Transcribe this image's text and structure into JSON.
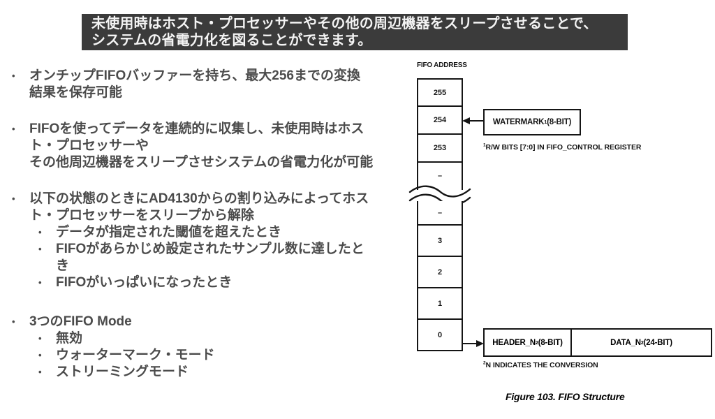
{
  "banner": {
    "text": "未使用時はホスト・プロセッサーやその他の周辺機器をスリープさせることで、\nシステムの省電力化を図ることができます。"
  },
  "list_marker": "•",
  "bullets": [
    {
      "text": "オンチップFIFOバッファーを持ち、最大256までの変換\n結果を保存可能",
      "subs": []
    },
    {
      "text": "FIFOを使ってデータを連続的に収集し、未使用時はホス\nト・プロセッサーや\nその他周辺機器をスリープさせシステムの省電力化が可能",
      "subs": []
    },
    {
      "text": "以下の状態のときにAD4130からの割り込みによってホス\nト・プロセッサーをスリープから解除",
      "subs": [
        "データが指定された閾値を超えたとき",
        "FIFOがあらかじめ設定されたサンプル数に達したと\nき",
        "FIFOがいっぱいになったとき"
      ]
    },
    {
      "text": "3つのFIFO Mode",
      "subs": [
        "無効",
        "ウォーターマーク・モード",
        "ストリーミングモード"
      ]
    }
  ],
  "diagram": {
    "address_label": "FIFO ADDRESS",
    "cells_top": [
      "255",
      "254",
      "253",
      "–"
    ],
    "cells_bottom": [
      "–",
      "3",
      "2",
      "1",
      "0"
    ],
    "watermark_box": {
      "pre": "WATERMARK",
      "sup": "1",
      "post": " (8-BIT)"
    },
    "note1": {
      "sup": "1",
      "text": "R/W BITS [7:0] IN FIFO_CONTROL REGISTER"
    },
    "header_box": {
      "pre": "HEADER_N",
      "sup": "2",
      "post": " (8-BIT)"
    },
    "data_box": {
      "pre": "DATA_N",
      "sup": "2",
      "post": " (24-BIT)"
    },
    "note2": {
      "sup": "2",
      "text": "N INDICATES THE CONVERSION"
    },
    "caption": "Figure 103. FIFO Structure"
  },
  "colors": {
    "banner_bg": "#3b3b3b",
    "banner_text": "#f4f4f4",
    "body_text": "#4b4b4b",
    "diagram_ink": "#151515"
  }
}
